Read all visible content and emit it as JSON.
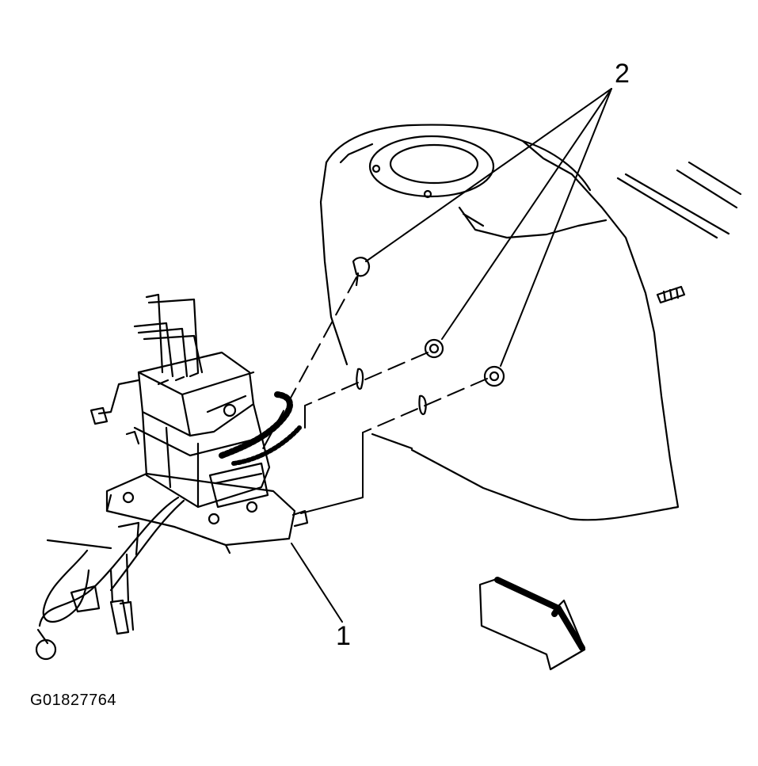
{
  "callouts": {
    "component_1": "1",
    "component_2": "2"
  },
  "figure_id": "G01827764",
  "colors": {
    "line": "#000000",
    "background": "#ffffff"
  }
}
